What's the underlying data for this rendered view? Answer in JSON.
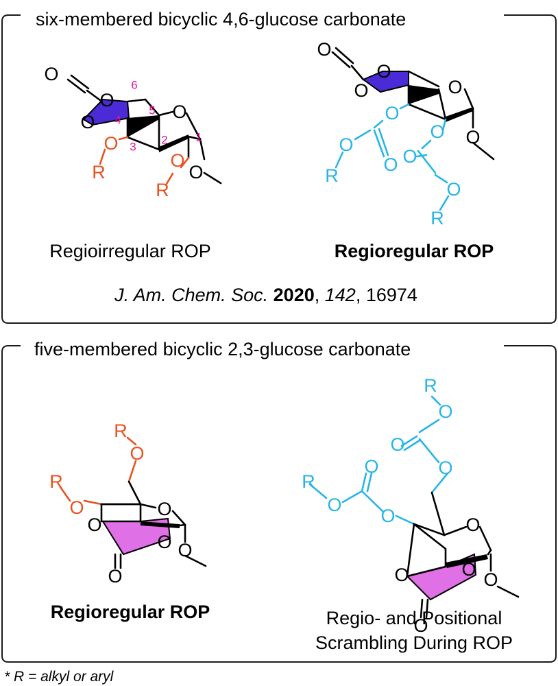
{
  "panel_top": {
    "title": "six-membered bicyclic 4,6-glucose carbonate",
    "left_caption": "Regioirregular ROP",
    "right_caption": "Regioregular ROP",
    "reference": {
      "journal": "J. Am. Chem. Soc.",
      "year": "2020",
      "volume": "142",
      "pages": "16974"
    },
    "left_molecule": {
      "atoms": [
        "O",
        "O",
        "O",
        "O",
        "O",
        "R",
        "O",
        "R",
        "O"
      ],
      "position_numbers": [
        "6",
        "5",
        "4",
        "3",
        "2",
        "1"
      ]
    },
    "right_molecule": {
      "atoms": [
        "O",
        "O",
        "O",
        "O",
        "O",
        "O",
        "O",
        "R",
        "O",
        "O",
        "O",
        "R",
        "O"
      ]
    }
  },
  "panel_bottom": {
    "title": "five-membered bicyclic 2,3-glucose carbonate",
    "left_caption": "Regioregular ROP",
    "right_caption_line1": "Regio- and Positional",
    "right_caption_line2": "Scrambling During ROP",
    "left_molecule": {
      "atoms": [
        "R",
        "O",
        "R",
        "O",
        "O",
        "O",
        "O",
        "O",
        "O"
      ]
    },
    "right_molecule": {
      "atoms": [
        "R",
        "O",
        "O",
        "O",
        "R",
        "O",
        "O",
        "O",
        "O",
        "O",
        "O",
        "O",
        "O"
      ]
    }
  },
  "footnote": "* R = alkyl or aryl",
  "colors": {
    "ring_top": "#4b2bd6",
    "ring_bottom": "#e070e6",
    "substituent_orange": "#e8521f",
    "substituent_cyan": "#27b4e8",
    "position_number": "#e6149b"
  }
}
